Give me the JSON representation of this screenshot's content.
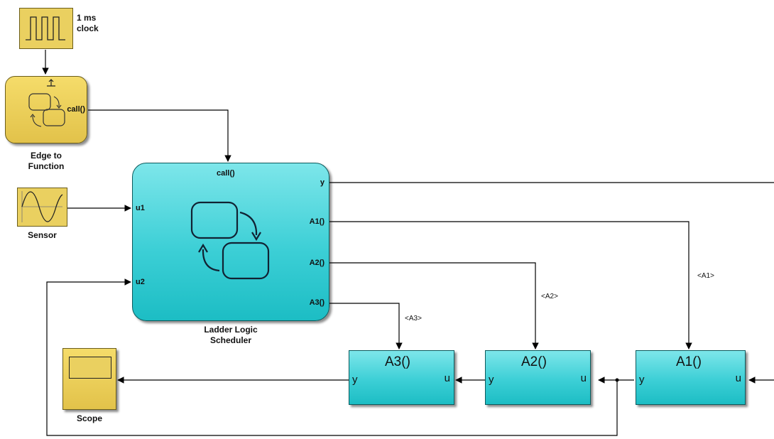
{
  "blocks": {
    "clock": {
      "label_line1": "1 ms",
      "label_line2": "clock"
    },
    "edge": {
      "label_line1": "Edge to",
      "label_line2": "Function",
      "port_out": "call()"
    },
    "sensor": {
      "label": "Sensor"
    },
    "scheduler": {
      "label_line1": "Ladder Logic",
      "label_line2": "Scheduler",
      "port_call": "call()",
      "port_u1": "u1",
      "port_u2": "u2",
      "port_y": "y",
      "port_a1": "A1()",
      "port_a2": "A2()",
      "port_a3": "A3()"
    },
    "scope": {
      "label": "Scope"
    },
    "a3": {
      "name": "A3()",
      "in": "y",
      "out": "u"
    },
    "a2": {
      "name": "A2()",
      "in": "y",
      "out": "u"
    },
    "a1": {
      "name": "A1()",
      "in": "y",
      "out": "u"
    }
  },
  "signals": {
    "a1": "<A1>",
    "a2": "<A2>",
    "a3": "<A3>"
  },
  "colors": {
    "yellow": "#e9cc55",
    "cyan": "#3ccfd6",
    "line": "#000000"
  }
}
